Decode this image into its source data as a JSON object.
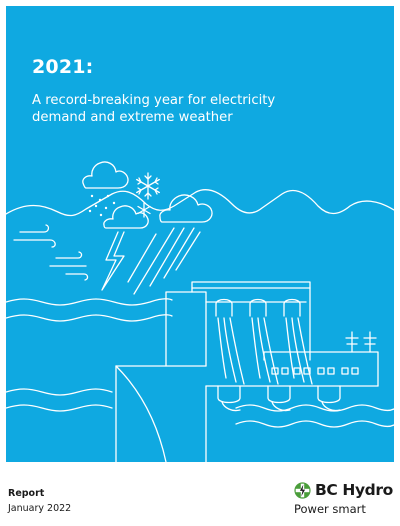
{
  "cover": {
    "year": "2021:",
    "subtitle": "A record-breaking year for electricity demand and extreme weather"
  },
  "footer": {
    "label": "Report",
    "date": "January 2022"
  },
  "logo": {
    "brand": "BC Hydro",
    "tagline": "Power smart",
    "icon": "bc-hydro-lightning-logo-icon"
  },
  "colors": {
    "cover_background": "#0fa9e1",
    "illustration_line": "#ffffff",
    "logo_green": "#4a9d3a"
  }
}
